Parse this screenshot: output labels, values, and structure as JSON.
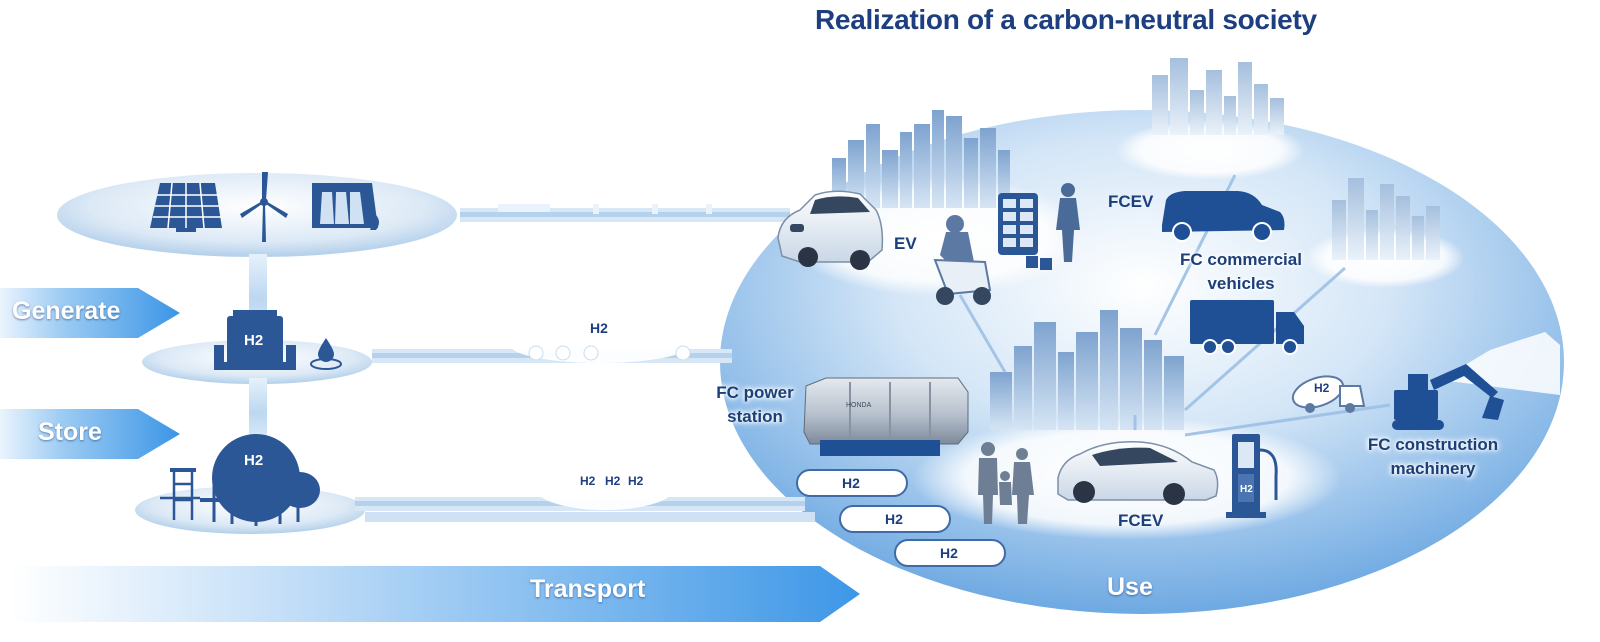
{
  "title": "Realization of a carbon-neutral society",
  "stages": {
    "generate": "Generate",
    "store": "Store",
    "transport": "Transport",
    "use": "Use"
  },
  "h2_tags": {
    "tank": "H2",
    "sphere": "H2",
    "pipeline": "H2",
    "trailer_1": "H2",
    "trailer_2": "H2",
    "trailer_3": "H2",
    "cylinder_1": "H2",
    "cylinder_2": "H2",
    "cylinder_3": "H2",
    "mixer_truck": "H2",
    "dispenser": "H2"
  },
  "use_labels": {
    "ev": "EV",
    "fcev_top": "FCEV",
    "fc_commercial_vehicles_1": "FC commercial",
    "fc_commercial_vehicles_2": "vehicles",
    "fc_power_station_1": "FC power",
    "fc_power_station_2": "station",
    "fc_construction_machinery_1": "FC construction",
    "fc_construction_machinery_2": "machinery",
    "fcev_bottom": "FCEV"
  },
  "colors": {
    "navy": "#1d3f80",
    "icon_blue": "#2c5797",
    "light_blue": "#bcd6f0",
    "arrow_blue": "#4aa2ea"
  }
}
